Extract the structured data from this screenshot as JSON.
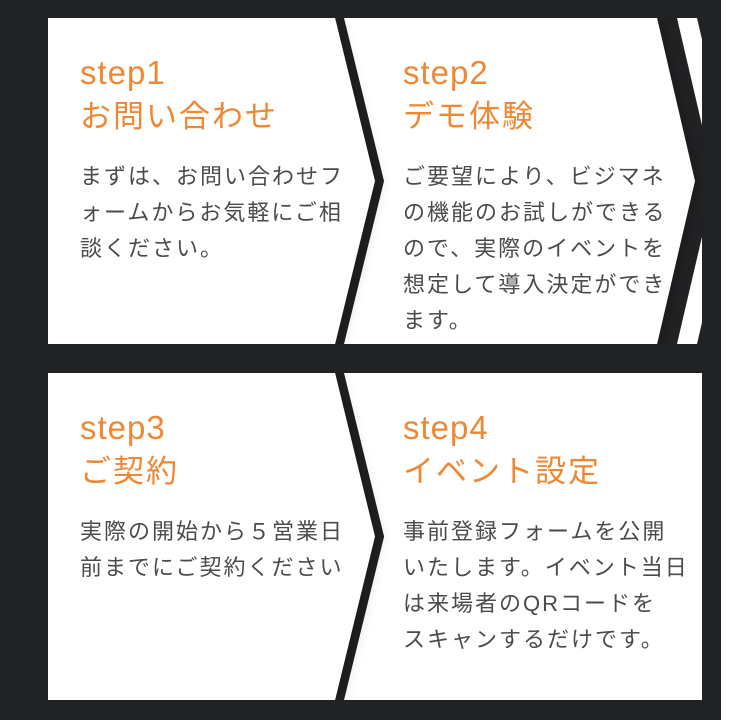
{
  "theme": {
    "panel_bg": "#212224",
    "page_bg": "#ffffff",
    "card_bg": "#ffffff",
    "accent": "#ef8733",
    "body_text": "#4b4b4b"
  },
  "steps": [
    {
      "label": "step1",
      "title": "お問い合わせ",
      "body": "まずは、お問い合わせフ\nォームからお気軽にご相\n談ください。"
    },
    {
      "label": "step2",
      "title": "デモ体験",
      "body": "ご要望により、ビジマネ\nの機能のお試しができる\nので、実際のイベントを\n想定して導入決定ができ\nます。"
    },
    {
      "label": "step3",
      "title": "ご契約",
      "body": "実際の開始から５営業日\n前までにご契約ください"
    },
    {
      "label": "step4",
      "title": "イベント設定",
      "body": "事前登録フォームを公開\nいたします。イベント当日\nは来場者のQRコードを\nスキャンするだけです。"
    }
  ]
}
